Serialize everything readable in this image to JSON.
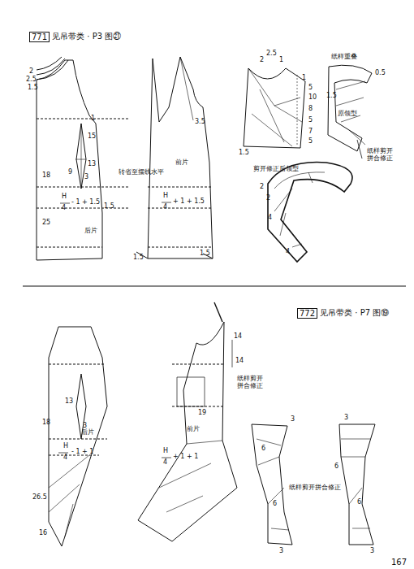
{
  "diagram": {
    "nodes": [
      {
        "text": [
          "771",
          "见吊带类 · P3 图㉑"
        ]
      },
      {
        "text": [
          "772",
          "见吊带类 · P7 图⑲"
        ]
      }
    ],
    "labels": [
      "2",
      "2.5",
      "1.5",
      "1",
      "15",
      "13",
      "9",
      "3",
      "18",
      "转省至摆线水平",
      "H",
      "4",
      "- 1 + 1.5",
      "1.5",
      "25",
      "后片",
      "3.5",
      "前片",
      "H",
      "4",
      "+ 1 + 1.5",
      "1.5",
      "1.5",
      "2",
      "2.5",
      "1",
      "1",
      "5",
      "10",
      "8",
      "5",
      "7",
      "5",
      "1.5",
      "剪开修正后领型",
      "纸样重叠",
      "0.5",
      "1.5",
      "原领型",
      "纸样剪开拼合修正",
      "2",
      "2",
      "4",
      "4",
      "18",
      "13",
      "3",
      "H",
      "4",
      "- 1 + 1",
      "26.5",
      "后片",
      "16",
      "14",
      "14",
      "19",
      "前片",
      "H",
      "4",
      "+ 1 + 1",
      "纸样剪开拼合修正",
      "3",
      "6",
      "6",
      "3",
      "纸样剪开拼合修正",
      "3",
      "6",
      "6",
      "3",
      "167"
    ]
  }
}
